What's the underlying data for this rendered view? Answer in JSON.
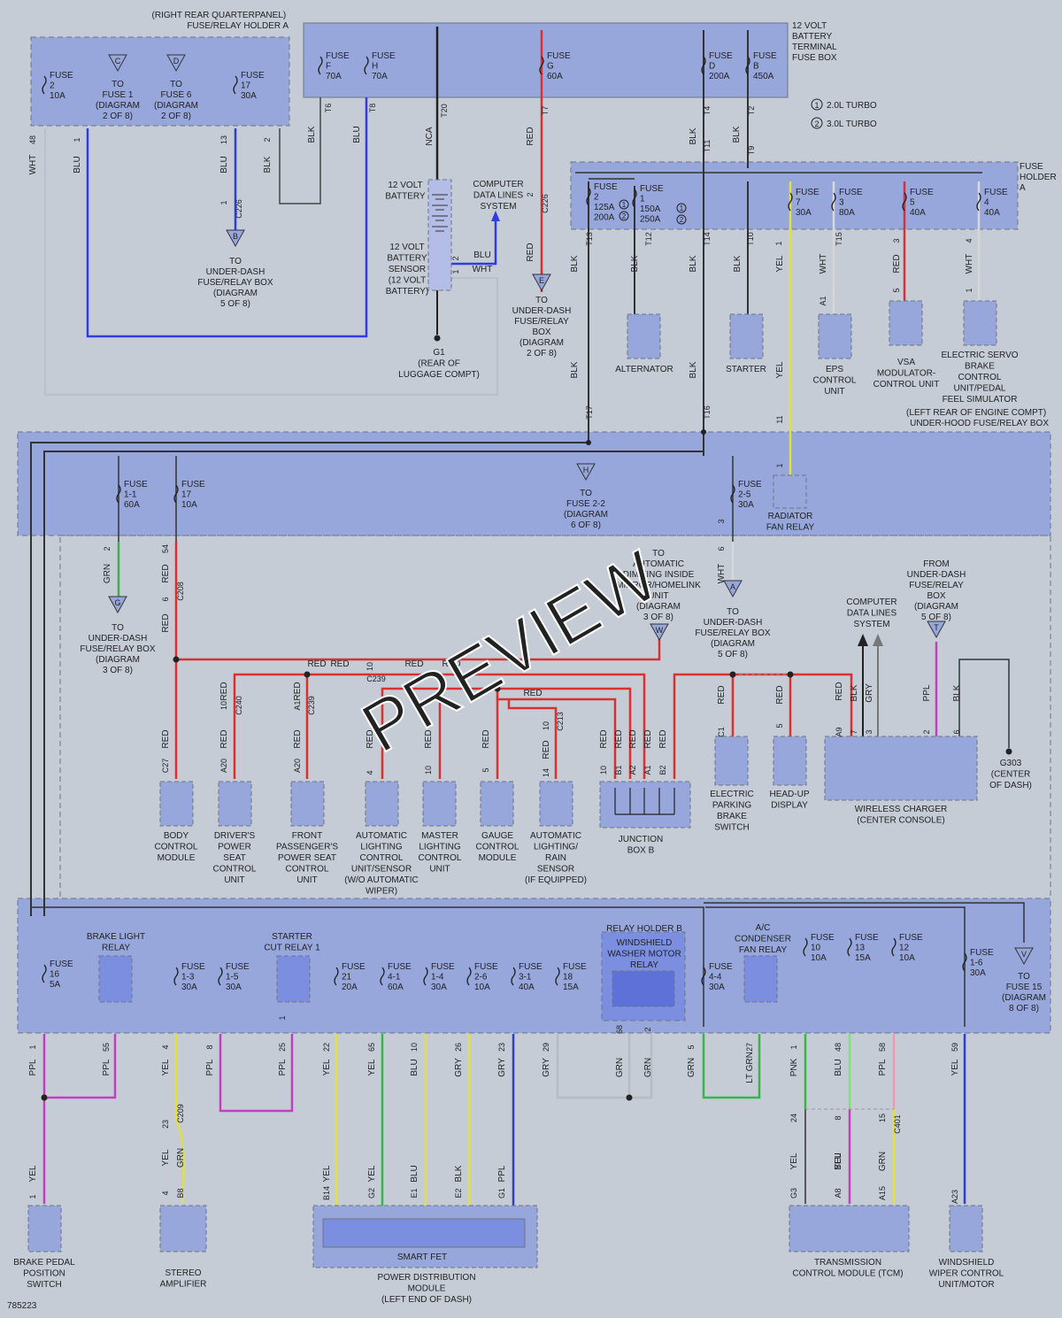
{
  "diagram_id": "785223",
  "watermark": "PREVIEW",
  "legend": [
    {
      "num": "1",
      "label": "2.0L TURBO"
    },
    {
      "num": "2",
      "label": "3.0L TURBO"
    }
  ],
  "boxes": {
    "quarterpanel": [
      "(RIGHT REAR QUARTERPANEL)",
      "FUSE/RELAY HOLDER A"
    ],
    "battery_fusebox": [
      "12 VOLT",
      "BATTERY",
      "TERMINAL",
      "FUSE BOX"
    ],
    "fuse_holder_a": [
      "FUSE",
      "HOLDER",
      "A"
    ],
    "underhood": [
      "(LEFT REAR OF ENGINE COMPT)",
      "UNDER-HOOD FUSE/RELAY BOX"
    ],
    "relay_holder_b": "RELAY HOLDER B"
  },
  "fuses": [
    {
      "lines": [
        "FUSE",
        "2",
        "10A"
      ]
    },
    {
      "lines": [
        "FUSE",
        "17",
        "30A"
      ]
    },
    {
      "lines": [
        "FUSE",
        "F",
        "70A"
      ]
    },
    {
      "lines": [
        "FUSE",
        "H",
        "70A"
      ]
    },
    {
      "lines": [
        "FUSE",
        "G",
        "60A"
      ]
    },
    {
      "lines": [
        "FUSE",
        "D",
        "200A"
      ]
    },
    {
      "lines": [
        "FUSE",
        "B",
        "450A"
      ]
    },
    {
      "lines": [
        "FUSE",
        "2",
        "125A",
        "200A"
      ]
    },
    {
      "lines": [
        "FUSE",
        "1",
        "150A",
        "250A"
      ]
    },
    {
      "lines": [
        "FUSE",
        "7",
        "30A"
      ]
    },
    {
      "lines": [
        "FUSE",
        "3",
        "80A"
      ]
    },
    {
      "lines": [
        "FUSE",
        "5",
        "40A"
      ]
    },
    {
      "lines": [
        "FUSE",
        "4",
        "40A"
      ]
    },
    {
      "lines": [
        "FUSE",
        "1-1",
        "60A"
      ]
    },
    {
      "lines": [
        "FUSE",
        "17",
        "10A"
      ]
    },
    {
      "lines": [
        "FUSE",
        "2-5",
        "30A"
      ]
    },
    {
      "lines": [
        "FUSE",
        "16",
        "5A"
      ]
    },
    {
      "lines": [
        "FUSE",
        "1-3",
        "30A"
      ]
    },
    {
      "lines": [
        "FUSE",
        "1-5",
        "30A"
      ]
    },
    {
      "lines": [
        "FUSE",
        "21",
        "20A"
      ]
    },
    {
      "lines": [
        "FUSE",
        "4-1",
        "60A"
      ]
    },
    {
      "lines": [
        "FUSE",
        "1-4",
        "30A"
      ]
    },
    {
      "lines": [
        "FUSE",
        "2-6",
        "10A"
      ]
    },
    {
      "lines": [
        "FUSE",
        "3-1",
        "40A"
      ]
    },
    {
      "lines": [
        "FUSE",
        "18",
        "15A"
      ]
    },
    {
      "lines": [
        "FUSE",
        "4-4",
        "30A"
      ]
    },
    {
      "lines": [
        "FUSE",
        "10",
        "10A"
      ]
    },
    {
      "lines": [
        "FUSE",
        "13",
        "15A"
      ]
    },
    {
      "lines": [
        "FUSE",
        "12",
        "10A"
      ]
    },
    {
      "lines": [
        "FUSE",
        "1-6",
        "30A"
      ]
    }
  ],
  "refs": [
    {
      "letter": "C",
      "lines": [
        "TO",
        "FUSE 1",
        "(DIAGRAM",
        "2 OF 8)"
      ]
    },
    {
      "letter": "D",
      "lines": [
        "TO",
        "FUSE 6",
        "(DIAGRAM",
        "2 OF 8)"
      ]
    },
    {
      "letter": "B",
      "lines": [
        "TO",
        "UNDER-DASH",
        "FUSE/RELAY BOX",
        "(DIAGRAM",
        "5 OF 8)"
      ]
    },
    {
      "letter": "E",
      "lines": [
        "TO",
        "UNDER-DASH",
        "FUSE/RELAY",
        "BOX",
        "(DIAGRAM",
        "2 OF 8)"
      ]
    },
    {
      "letter": "H",
      "lines": [
        "TO",
        "FUSE 2-2",
        "(DIAGRAM",
        "6 OF 8)"
      ]
    },
    {
      "letter": "G",
      "lines": [
        "TO",
        "UNDER-DASH",
        "FUSE/RELAY BOX",
        "(DIAGRAM",
        "3 OF 8)"
      ]
    },
    {
      "letter": "A",
      "lines": [
        "TO",
        "UNDER-DASH",
        "FUSE/RELAY BOX",
        "(DIAGRAM",
        "5 OF 8)"
      ]
    },
    {
      "letter": "W",
      "lines": [
        "TO",
        "AUTOMATIC",
        "DIMMING INSIDE",
        "MIRROR/HOMELINK",
        "UNIT",
        "(DIAGRAM",
        "3 OF 8)"
      ]
    },
    {
      "letter": "T",
      "lines": [
        "FROM",
        "UNDER-DASH",
        "FUSE/RELAY",
        "BOX",
        "(DIAGRAM",
        "5 OF 8)"
      ]
    },
    {
      "letter": "V",
      "lines": [
        "TO",
        "FUSE 15",
        "(DIAGRAM",
        "8 OF 8)"
      ]
    }
  ],
  "components": {
    "battery": [
      "12 VOLT",
      "BATTERY"
    ],
    "battery_sensor": [
      "12 VOLT",
      "BATTERY",
      "SENSOR",
      "(12 VOLT",
      "BATTERY)"
    ],
    "g1": [
      "G1",
      "(REAR OF",
      "LUGGAGE COMPT)"
    ],
    "computer_data_1": [
      "COMPUTER",
      "DATA LINES",
      "SYSTEM"
    ],
    "computer_data_2": [
      "COMPUTER",
      "DATA LINES",
      "SYSTEM"
    ],
    "alternator": [
      "ALTERNATOR"
    ],
    "starter": [
      "STARTER"
    ],
    "eps": [
      "EPS",
      "CONTROL",
      "UNIT"
    ],
    "vsa": [
      "VSA",
      "MODULATOR-",
      "CONTROL UNIT"
    ],
    "esb": [
      "ELECTRIC SERVO",
      "BRAKE",
      "CONTROL",
      "UNIT/PEDAL",
      "FEEL SIMULATOR"
    ],
    "radiator_relay": [
      "RADIATOR",
      "FAN RELAY"
    ],
    "body_control": [
      "BODY",
      "CONTROL",
      "MODULE"
    ],
    "driver_seat": [
      "DRIVER'S",
      "POWER",
      "SEAT",
      "CONTROL",
      "UNIT"
    ],
    "pass_seat": [
      "FRONT",
      "PASSENGER'S",
      "POWER SEAT",
      "CONTROL",
      "UNIT"
    ],
    "auto_lighting": [
      "AUTOMATIC",
      "LIGHTING",
      "CONTROL",
      "UNIT/SENSOR",
      "(W/O AUTOMATIC",
      "WIPER)"
    ],
    "master_lighting": [
      "MASTER",
      "LIGHTING",
      "CONTROL",
      "UNIT"
    ],
    "gauge": [
      "GAUGE",
      "CONTROL",
      "MODULE"
    ],
    "rain_sensor": [
      "AUTOMATIC",
      "LIGHTING/",
      "RAIN",
      "SENSOR",
      "(IF EQUIPPED)"
    ],
    "junction_b": [
      "JUNCTION",
      "BOX B"
    ],
    "epb": [
      "ELECTRIC",
      "PARKING",
      "BRAKE",
      "SWITCH"
    ],
    "hud": [
      "HEAD-UP",
      "DISPLAY"
    ],
    "wireless": [
      "WIRELESS CHARGER",
      "(CENTER CONSOLE)"
    ],
    "g303": [
      "G303",
      "(CENTER",
      "OF DASH)"
    ],
    "brake_light_relay": [
      "BRAKE LIGHT",
      "RELAY"
    ],
    "starter_cut": [
      "STARTER",
      "CUT RELAY 1"
    ],
    "washer_relay": [
      "WINDSHIELD",
      "WASHER MOTOR",
      "RELAY"
    ],
    "ac_relay": [
      "A/C",
      "CONDENSER",
      "FAN RELAY"
    ],
    "brake_pedal": [
      "BRAKE PEDAL",
      "POSITION",
      "SWITCH"
    ],
    "stereo": [
      "STEREO",
      "AMPLIFIER"
    ],
    "smart_fet": [
      "SMART FET"
    ],
    "pdm": [
      "POWER DISTRIBUTION",
      "MODULE",
      "(LEFT END OF DASH)"
    ],
    "tcm": [
      "TRANSMISSION",
      "CONTROL MODULE (TCM)"
    ],
    "wiper": [
      "WINDSHIELD",
      "WIPER CONTROL",
      "UNIT/MOTOR"
    ]
  },
  "wire_labels": [
    {
      "t": "WHT"
    },
    {
      "t": "BLU"
    },
    {
      "t": "BLU"
    },
    {
      "t": "BLK"
    },
    {
      "t": "BLK"
    },
    {
      "t": "BLU"
    },
    {
      "t": "NCA"
    },
    {
      "t": "RED"
    },
    {
      "t": "RED"
    },
    {
      "t": "BLK"
    },
    {
      "t": "BLK"
    },
    {
      "t": "BLU"
    },
    {
      "t": "WHT"
    },
    {
      "t": "BLK"
    },
    {
      "t": "BLK"
    },
    {
      "t": "BLK"
    },
    {
      "t": "BLK"
    },
    {
      "t": "YEL"
    },
    {
      "t": "WHT"
    },
    {
      "t": "RED"
    },
    {
      "t": "WHT"
    },
    {
      "t": "BLK"
    },
    {
      "t": "BLK"
    },
    {
      "t": "YEL"
    },
    {
      "t": "GRN"
    },
    {
      "t": "RED"
    },
    {
      "t": "RED"
    },
    {
      "t": "WHT"
    },
    {
      "t": "RED"
    },
    {
      "t": "RED"
    },
    {
      "t": "RED"
    },
    {
      "t": "RED"
    },
    {
      "t": "RED"
    },
    {
      "t": "RED"
    },
    {
      "t": "RED"
    },
    {
      "t": "RED"
    },
    {
      "t": "RED"
    },
    {
      "t": "RED"
    },
    {
      "t": "RED"
    },
    {
      "t": "RED"
    },
    {
      "t": "RED"
    },
    {
      "t": "RED"
    },
    {
      "t": "RED"
    },
    {
      "t": "RED"
    },
    {
      "t": "RED"
    },
    {
      "t": "RED"
    },
    {
      "t": "RED"
    },
    {
      "t": "RED"
    },
    {
      "t": "RED"
    },
    {
      "t": "RED"
    },
    {
      "t": "BLK"
    },
    {
      "t": "GRY"
    },
    {
      "t": "PPL"
    },
    {
      "t": "BLK"
    },
    {
      "t": "PPL"
    },
    {
      "t": "PPL"
    },
    {
      "t": "YEL"
    },
    {
      "t": "PPL"
    },
    {
      "t": "PPL"
    },
    {
      "t": "YEL"
    },
    {
      "t": "GRN"
    },
    {
      "t": "YEL"
    },
    {
      "t": "YEL"
    },
    {
      "t": "BLU"
    },
    {
      "t": "GRY"
    },
    {
      "t": "GRY"
    },
    {
      "t": "GRY"
    },
    {
      "t": "GRN"
    },
    {
      "t": "GRN"
    },
    {
      "t": "GRN"
    },
    {
      "t": "LT GRN"
    },
    {
      "t": "PNK"
    },
    {
      "t": "BLU"
    },
    {
      "t": "PPL"
    },
    {
      "t": "YEL"
    },
    {
      "t": "YEL"
    },
    {
      "t": "YEL"
    },
    {
      "t": "GRN"
    },
    {
      "t": "YEL"
    },
    {
      "t": "YEL"
    },
    {
      "t": "BLU"
    },
    {
      "t": "BLK"
    },
    {
      "t": "PPL"
    },
    {
      "t": "YEL"
    },
    {
      "t": "BLU"
    }
  ],
  "pins": [
    "48",
    "1",
    "13",
    "1",
    "2",
    "T6",
    "T8",
    "T20",
    "T7",
    "2",
    "T4",
    "T11",
    "T2",
    "T9",
    "2",
    "1",
    "T13",
    "T12",
    "T14",
    "T10",
    "1",
    "T15",
    "3",
    "4",
    "A1",
    "5",
    "1",
    "T17",
    "T16",
    "11",
    "1",
    "2",
    "54",
    "6",
    "6",
    "3",
    "C27",
    "A20",
    "A20",
    "4",
    "10",
    "A1",
    "5",
    "14",
    "10",
    "10",
    "10",
    "10",
    "B1",
    "A2",
    "A1",
    "B2",
    "C1",
    "5",
    "A9",
    "7",
    "3",
    "2",
    "6",
    "1",
    "55",
    "4",
    "8",
    "25",
    "22",
    "65",
    "10",
    "26",
    "23",
    "29",
    "68",
    "2",
    "5",
    "27",
    "1",
    "48",
    "58",
    "59",
    "24",
    "8",
    "15",
    "23",
    "1",
    "1",
    "4",
    "B8",
    "B14",
    "G2",
    "E1",
    "E2",
    "G1",
    "G3",
    "A8",
    "A15",
    "A23",
    "2"
  ],
  "connectors": [
    "C226",
    "C226",
    "C208",
    "C240",
    "C239",
    "C239",
    "C213",
    "C209",
    "C401"
  ]
}
